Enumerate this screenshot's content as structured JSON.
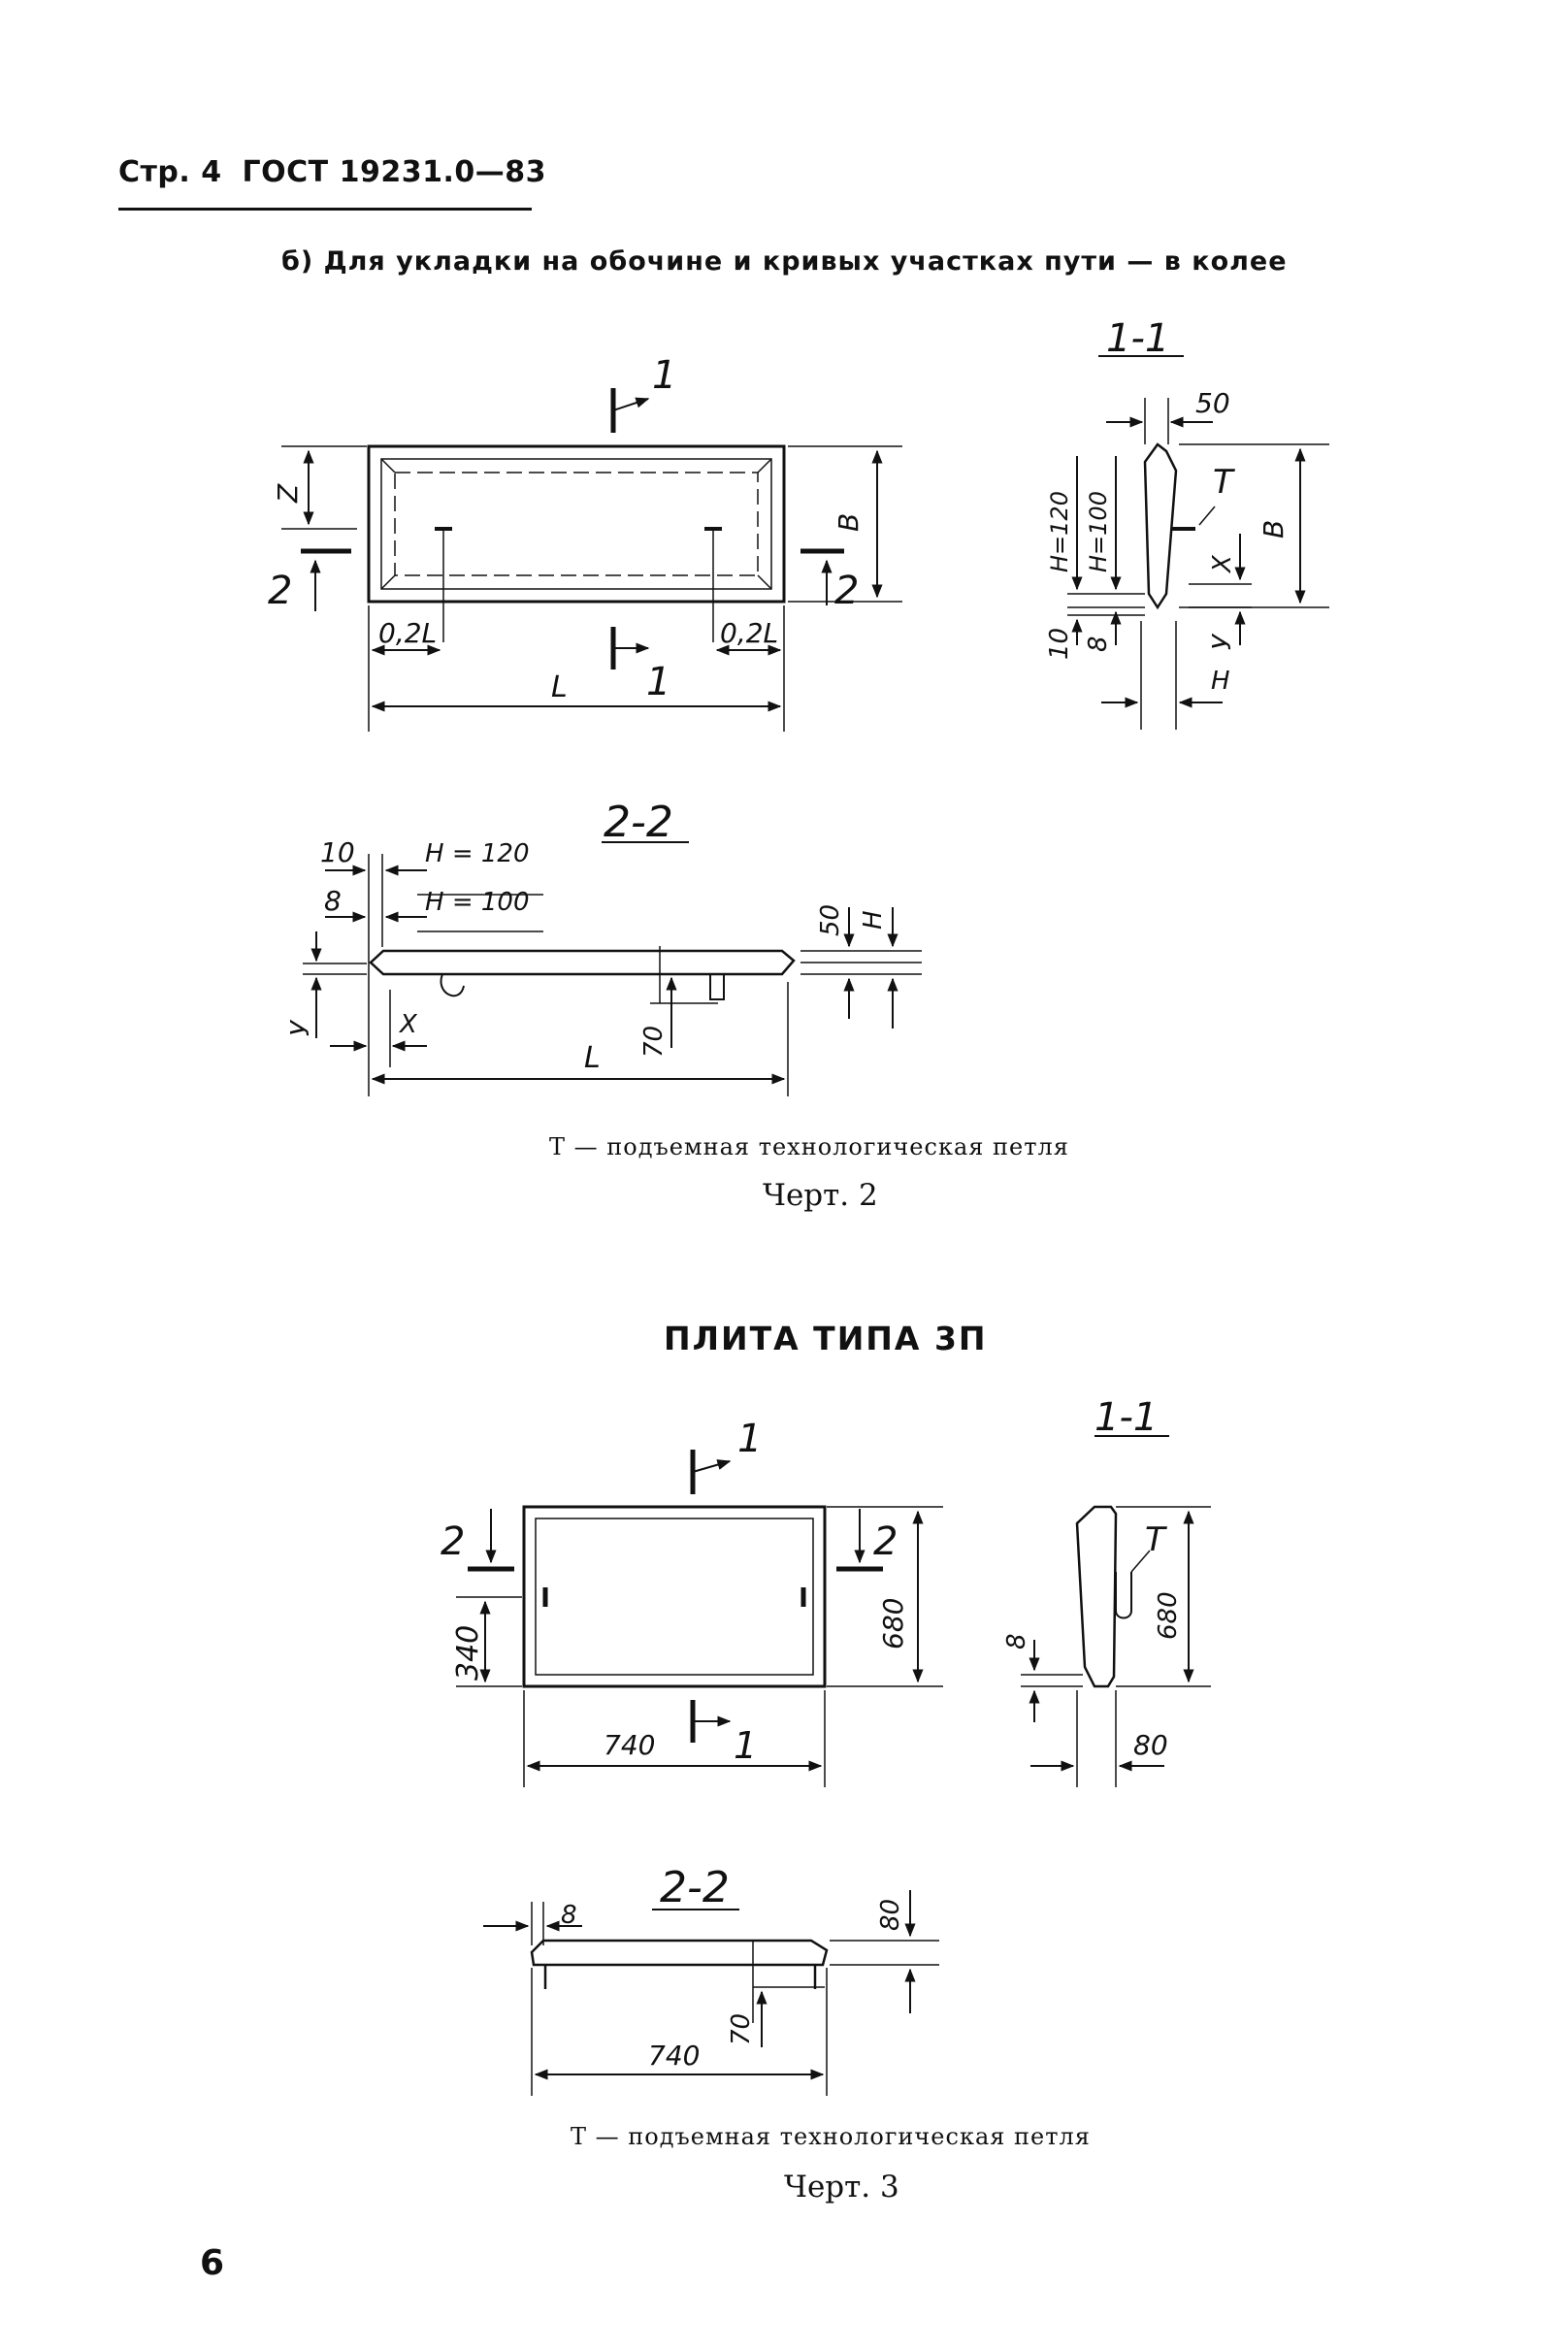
{
  "header": {
    "page_label": "Стр. 4",
    "standard": "ГОСТ 19231.0—83"
  },
  "subheading": "б) Для укладки на обочине и кривых участках пути — в колее",
  "fig2": {
    "section_1": "1-1",
    "section_2": "2-2",
    "cut_1": "1",
    "cut_2": "2",
    "dims": {
      "z": "Z",
      "b": "B",
      "l": "L",
      "l02_left": "0,2L",
      "l02_right": "0,2L",
      "d50": "50",
      "t": "T",
      "h120": "H=120",
      "h100": "H=100",
      "x": "X",
      "y": "У",
      "h": "H",
      "d10": "10",
      "d8": "8",
      "ss_10": "10",
      "ss_8": "8",
      "ss_h120": "H = 120",
      "ss_h100": "H = 100",
      "ss_50": "50",
      "ss_h": "H",
      "ss_y": "У",
      "ss_x": "X",
      "ss_70": "70",
      "ss_l": "L"
    },
    "legend": "T — подъемная технологическая петля",
    "caption": "Черт. 2"
  },
  "fig3_title": "ПЛИТА ТИПА 3П",
  "fig3": {
    "section_1": "1-1",
    "section_2": "2-2",
    "cut_1": "1",
    "cut_2": "2",
    "dims": {
      "d340": "340",
      "d680": "680",
      "d740": "740",
      "t": "T",
      "side_680": "680",
      "side_8": "8",
      "side_80": "80",
      "ss_8": "8",
      "ss_80": "80",
      "ss_70": "70",
      "ss_740": "740"
    },
    "legend": "T — подъемная технологическая петля",
    "caption": "Черт. 3"
  },
  "page_number": "6"
}
